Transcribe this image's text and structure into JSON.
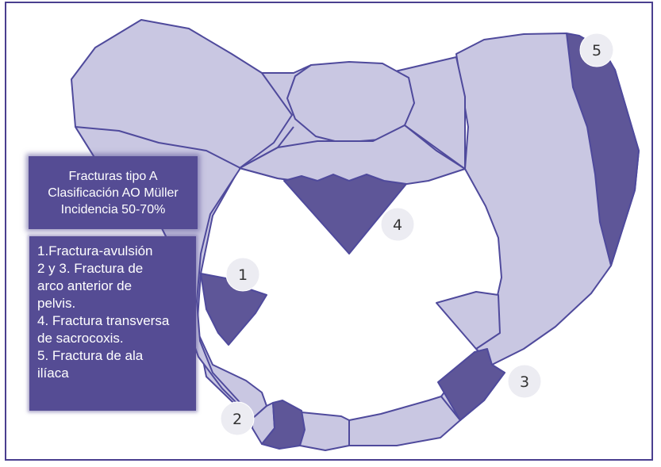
{
  "title_lines": [
    "Fracturas tipo A",
    "Clasificación AO Müller",
    "Incidencia 50-70%"
  ],
  "legend_lines": [
    "1.Fractura-avulsión",
    "2 y 3. Fractura de",
    "arco anterior de",
    "pelvis.",
    "4. Fractura transversa",
    "de sacrocoxis.",
    "5. Fractura de ala",
    "ilíaca"
  ],
  "markers": [
    "1",
    "2",
    "3",
    "4",
    "5"
  ],
  "colors": {
    "bone": "#c9c7e2",
    "fracture": "#5e5698",
    "outline": "#4f4a9c",
    "box": "#554c94",
    "frame": "#4a3f8f"
  }
}
